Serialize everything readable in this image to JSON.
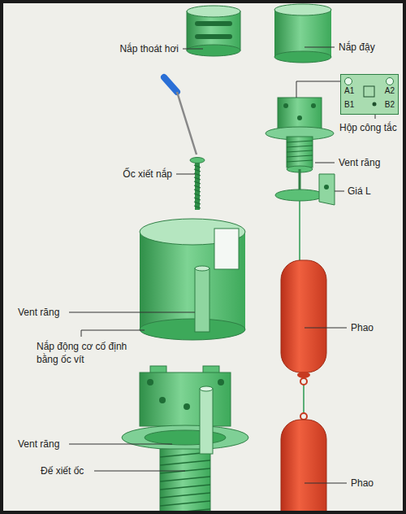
{
  "diagram": {
    "nodes": [
      {
        "text": [
          "A1",
          "A2",
          "B1",
          "B2"
        ]
      }
    ],
    "labels": [
      "Nắp thoát hơi",
      "Nắp đậy",
      "Hộp công tắc",
      "Vent răng",
      "Giá L",
      "Ốc xiết nắp",
      "Vent răng",
      "Nắp động cơ cố định bằng ốc vít",
      "Phao",
      "Vent răng",
      "Đế xiết ốc",
      "Phao"
    ]
  }
}
